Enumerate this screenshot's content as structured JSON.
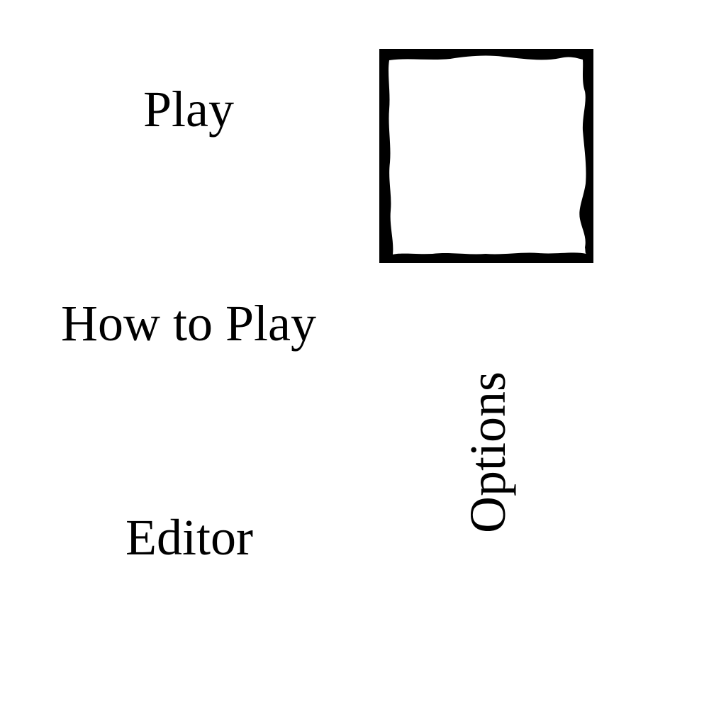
{
  "menu": {
    "play_label": "Play",
    "how_to_play_label": "How to Play",
    "editor_label": "Editor",
    "options_label": "Options"
  },
  "preview": {
    "icon": "rough-square-frame-icon",
    "border_color": "#000000",
    "fill_color": "#ffffff"
  },
  "colors": {
    "background": "#ffffff",
    "text": "#000000"
  }
}
